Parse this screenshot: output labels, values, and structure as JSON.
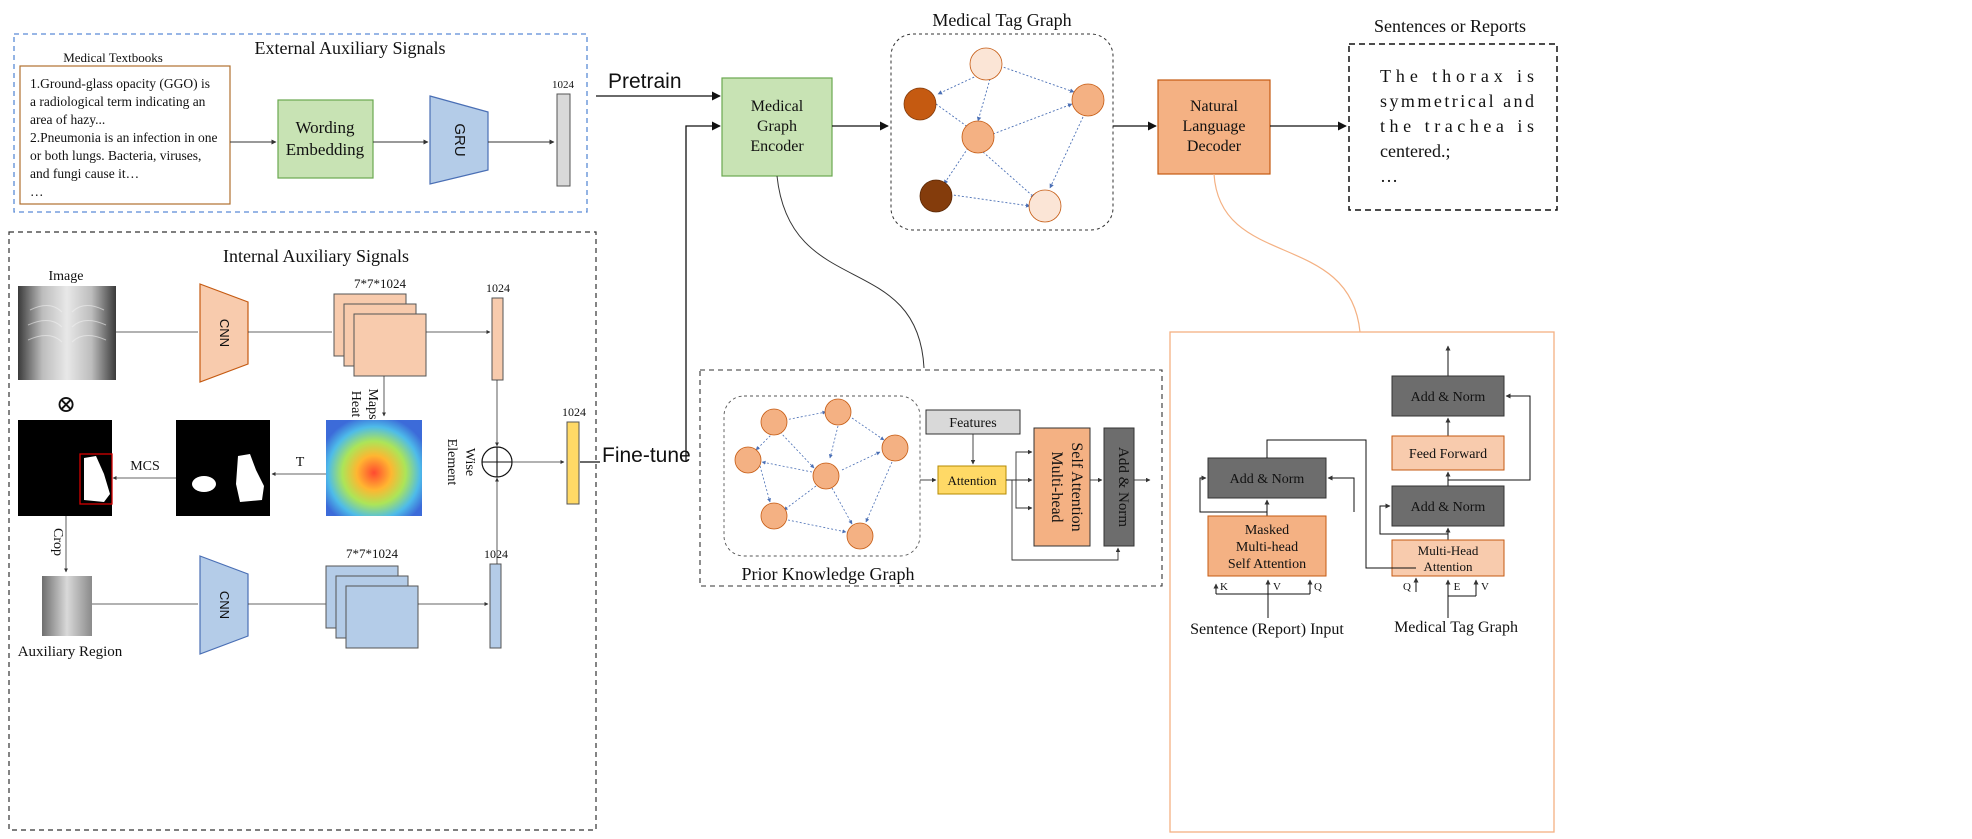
{
  "external": {
    "title": "External Auxiliary Signals",
    "textbook_title": "Medical Textbooks",
    "textbook_lines": [
      "1.Ground-glass opacity (GGO) is",
      "a radiological term indicating an",
      "area of hazy...",
      "2.Pneumonia is an infection in one",
      "or both lungs. Bacteria, viruses,",
      "and fungi cause it…",
      "…"
    ],
    "wording_embedding": [
      "Wording",
      "Embedding"
    ],
    "gru": "GRU",
    "vec_dim": "1024"
  },
  "pretrain": "Pretrain",
  "finetune": "Fine-tune",
  "encoder": [
    "Medical",
    "Graph",
    "Encoder"
  ],
  "tag_graph_title": "Medical Tag Graph",
  "decoder": [
    "Natural",
    "Language",
    "Decoder"
  ],
  "reports": {
    "title": "Sentences or Reports",
    "lines": [
      "The thorax is",
      "symmetrical and",
      "the trachea is",
      "centered.;",
      "…"
    ]
  },
  "internal": {
    "title": "Internal Auxiliary Signals",
    "image_label": "Image",
    "cnn": "CNN",
    "feature_dim": "7*7*1024",
    "vec_dim": "1024",
    "heat_maps": [
      "Heat",
      "Maps"
    ],
    "t_label": "T",
    "mcs_label": "MCS",
    "crop_label": "Crop",
    "element_wise": [
      "Element",
      "Wise"
    ],
    "aux_region": "Auxiliary Region",
    "multiply_symbol": "⊗"
  },
  "prior": {
    "title": "Prior Knowledge Graph",
    "features": "Features",
    "attention": "Attention",
    "mhsa": [
      "Multi-head",
      "Self Attention"
    ],
    "add_norm": "Add & Norm"
  },
  "transformer": {
    "add_norm": "Add & Norm",
    "feed_forward": "Feed Forward",
    "masked": [
      "Masked",
      "Multi-head",
      "Self Attention"
    ],
    "mha": [
      "Multi-Head",
      "Attention"
    ],
    "k": "K",
    "v": "V",
    "q": "Q",
    "e": "E",
    "input_label": "Sentence (Report) Input",
    "tag_graph_label": "Medical Tag Graph"
  },
  "colors": {
    "green": "#c8e3b4",
    "orange": "#f4b183",
    "peach": "#f8cbad",
    "blue": "#b4cce8",
    "gray": "#6d6d6d",
    "yellow": "#ffd966",
    "node_light": "#fbe5d6",
    "node_mid": "#f4b183",
    "node_dark": "#c55a11",
    "node_darker": "#843c0c"
  }
}
